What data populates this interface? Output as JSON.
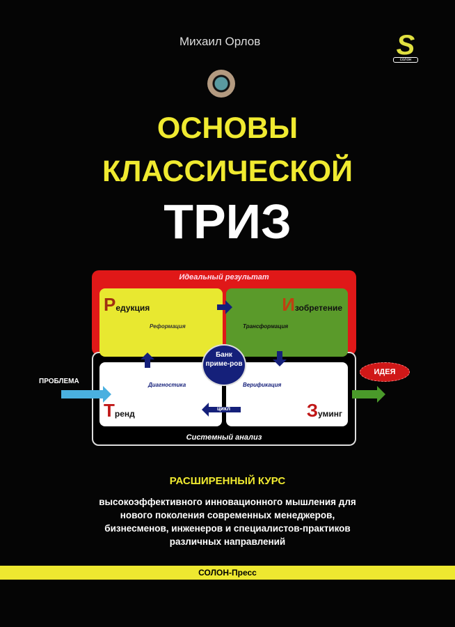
{
  "author": "Михаил Орлов",
  "publisher_logo": {
    "text": "солон"
  },
  "title": [
    "ОСНОВЫ",
    "КЛАССИЧЕСКОЙ",
    "ТРИЗ"
  ],
  "diagram": {
    "top_label": "Идеальный результат",
    "bottom_label": "Системный анализ",
    "q1": {
      "initial": "Р",
      "rest": "едукция",
      "sub": "Реформация"
    },
    "q2": {
      "initial": "И",
      "rest": "зобретение",
      "sub": "Трансформация"
    },
    "q3": {
      "initial": "Т",
      "rest": "ренд",
      "sub": "Диагностика"
    },
    "q4": {
      "initial": "З",
      "rest": "уминг",
      "sub": "Верификация"
    },
    "center": "Банк приме-ров",
    "cycle": "цикл",
    "input": "ПРОБЛЕМА",
    "output": "ИДЕЯ"
  },
  "course": "РАСШИРЕННЫЙ КУРС",
  "description": [
    "высокоэффективного инновационного мышления для",
    "нового поколения современных менеджеров,",
    "бизнесменов, инженеров и специалистов-практиков",
    "различных направлений"
  ],
  "publisher": "СОЛОН-Пресс",
  "colors": {
    "accent": "#f0ea30",
    "red": "#e01818",
    "green": "#5a9a2a",
    "navy": "#15207a"
  }
}
